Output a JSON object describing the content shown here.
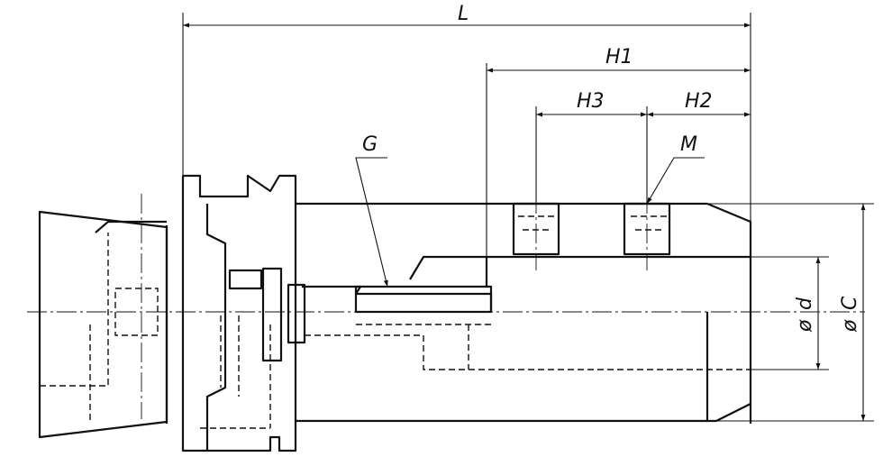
{
  "dimensions": {
    "L": "L",
    "H1": "H1",
    "H2": "H2",
    "H3": "H3",
    "G": "G",
    "M": "M",
    "d": "d",
    "C": "C",
    "diameter_symbol": "ø"
  }
}
